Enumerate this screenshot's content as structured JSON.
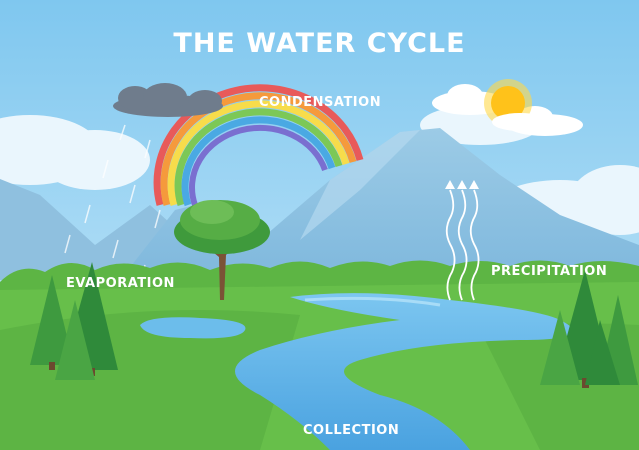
{
  "title": "THE WATER CYCLE",
  "labels": {
    "condensation": "CONDENSATION",
    "evaporation": "EVAPORATION",
    "precipitation": "PRECIPITATION",
    "collection": "COLLECTION"
  },
  "colors": {
    "sky_top": "#7fc7ef",
    "sky_bottom": "#c3e6f8",
    "mountain": "#8fc3e2",
    "grass": "#67bf4a",
    "river": "#5bb0e6",
    "sun": "#ffc21a",
    "rain_cloud": "#6f7c8c",
    "tree": "#3f9a3c"
  },
  "icons": [
    "sun-icon",
    "rain-cloud-icon",
    "rainbow-icon",
    "tree-icon",
    "vapor-arrow-icon"
  ]
}
